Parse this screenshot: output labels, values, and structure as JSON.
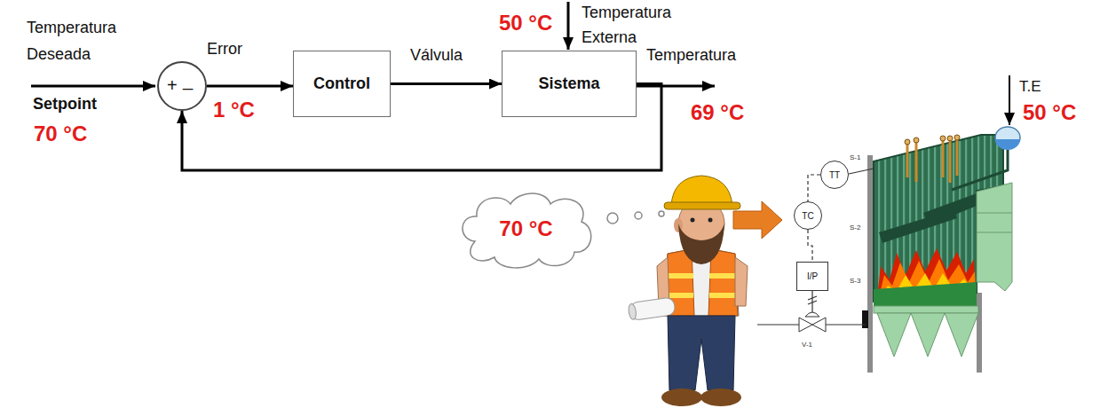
{
  "diagram": {
    "nodes": [
      {
        "text": [
          "+",
          "_"
        ]
      },
      {
        "text": [
          "Control"
        ]
      },
      {
        "text": [
          "Sistema"
        ]
      },
      {
        "text": [
          "70 °C"
        ]
      },
      {
        "text": [
          "TT"
        ]
      },
      {
        "text": [
          "TC"
        ]
      },
      {
        "text": [
          "I/P"
        ]
      }
    ],
    "edges": [
      {
        "from": 0,
        "to": 1,
        "arrow": "to",
        "label": "Error"
      },
      {
        "from": 1,
        "to": 2,
        "arrow": "to",
        "label": "Válvula"
      },
      {
        "from": 2,
        "to": 0,
        "arrow": "to"
      },
      {
        "from": 4,
        "to": 5,
        "arrow": "none"
      },
      {
        "from": 5,
        "to": 6,
        "arrow": "none"
      }
    ],
    "labels": [
      "Temperatura Deseada",
      "Setpoint",
      "70 °C",
      "1 °C",
      "50 °C",
      "Temperatura Externa",
      "Temperatura",
      "69 °C",
      "T.E",
      "50 °C",
      "S-1",
      "S-2",
      "S-3",
      "V-1"
    ]
  }
}
